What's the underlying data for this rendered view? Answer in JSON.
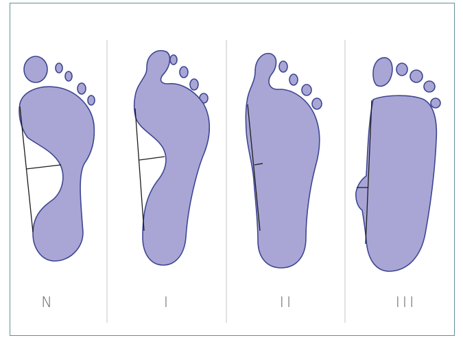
{
  "colors": {
    "foot_fill": "#a9a6d6",
    "foot_stroke": "#3d4590",
    "divider": "#cfcfcf",
    "border": "#5e8f96",
    "label": "#666666"
  },
  "footprints": [
    {
      "label": "N"
    },
    {
      "label": "I"
    },
    {
      "label": "II"
    },
    {
      "label": "III"
    }
  ]
}
